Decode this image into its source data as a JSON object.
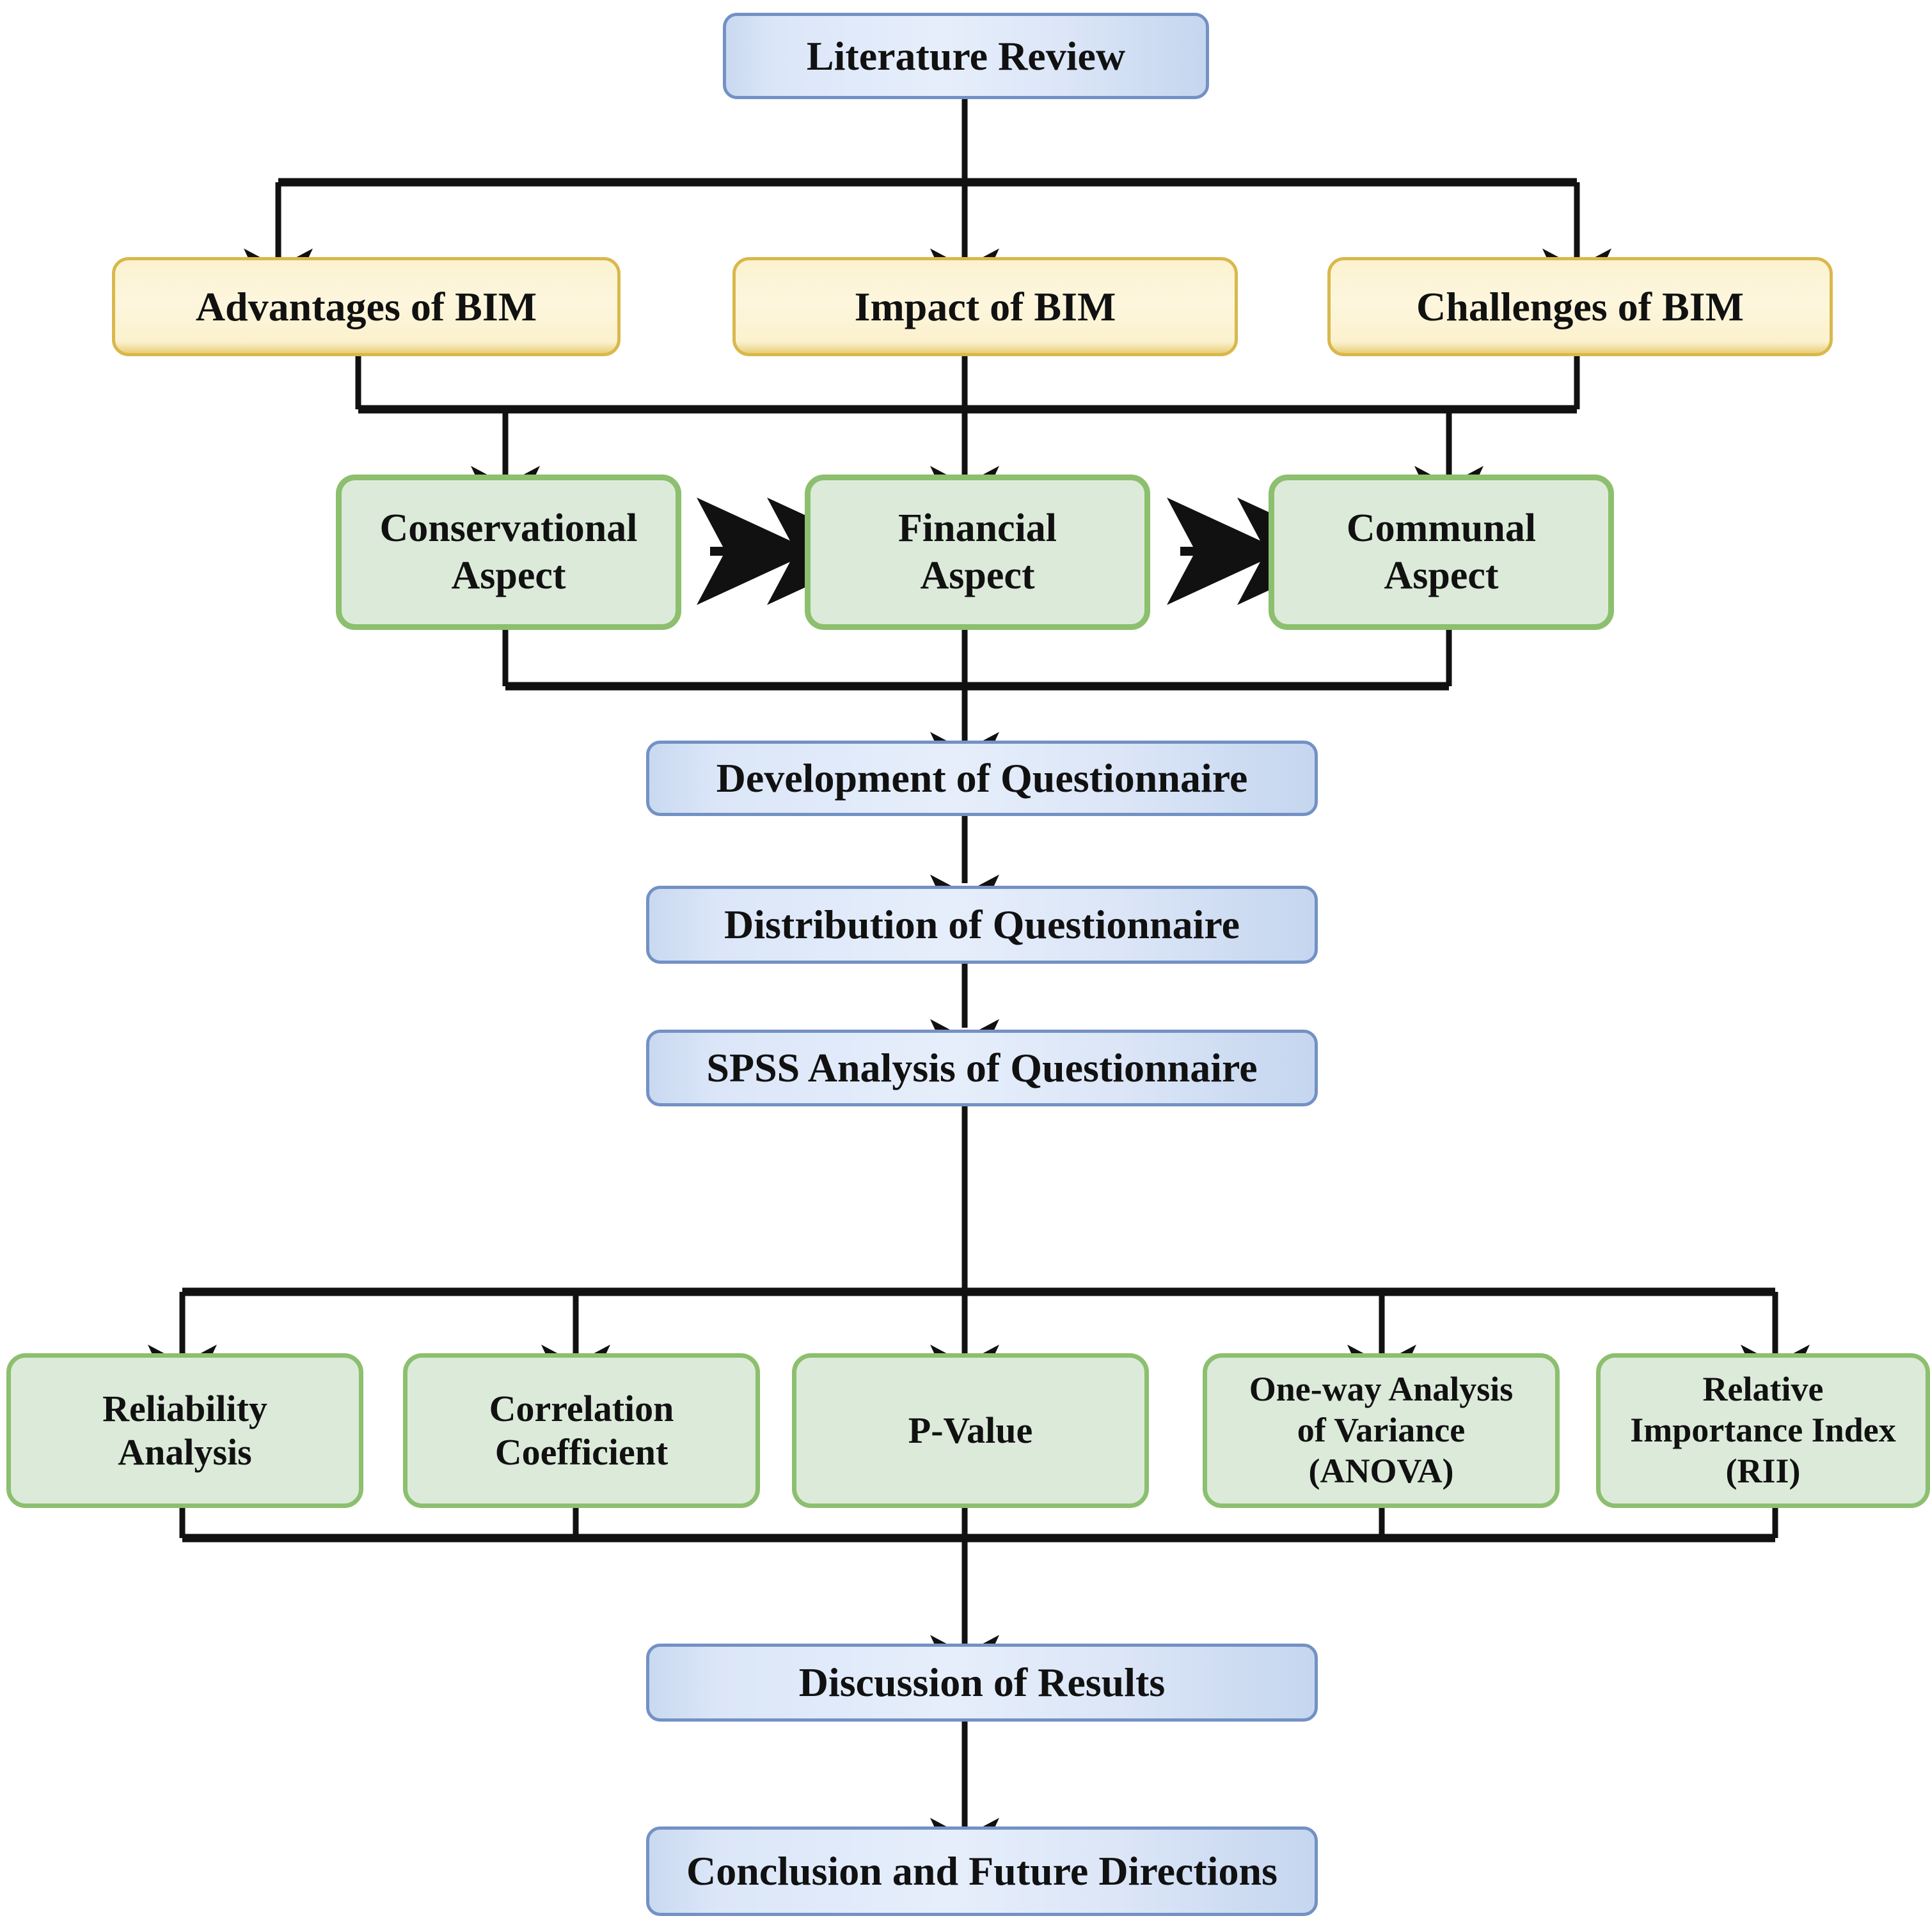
{
  "diagram": {
    "title": "BIM Research Methodology Flowchart",
    "palette": {
      "blue_fill": "#dce6f7",
      "blue_border": "#7391c4",
      "yellow_fill": "#fbf1cd",
      "yellow_border": "#d9b84c",
      "green_fill": "#dceada",
      "green_border": "#8cbf6e",
      "edge_color": "#111111",
      "background": "#ffffff"
    },
    "nodes": [
      {
        "id": "literature_review",
        "label": "Literature Review",
        "type": "blue"
      },
      {
        "id": "advantages_of_bim",
        "label": "Advantages of BIM",
        "type": "yellow"
      },
      {
        "id": "impact_of_bim",
        "label": "Impact of BIM",
        "type": "yellow"
      },
      {
        "id": "challenges_of_bim",
        "label": "Challenges of  BIM",
        "type": "yellow"
      },
      {
        "id": "conservational_aspect",
        "label": "Conservational Aspect",
        "type": "green"
      },
      {
        "id": "financial_aspect",
        "label": "Financial Aspect",
        "type": "green"
      },
      {
        "id": "communal_aspect",
        "label": "Communal Aspect",
        "type": "green"
      },
      {
        "id": "development_of_questionnaire",
        "label": "Development of Questionnaire",
        "type": "blue"
      },
      {
        "id": "distribution_of_questionnaire",
        "label": "Distribution of Questionnaire",
        "type": "blue"
      },
      {
        "id": "spss_analysis",
        "label": "SPSS Analysis of Questionnaire",
        "type": "blue"
      },
      {
        "id": "reliability_analysis",
        "label": "Reliability Analysis",
        "type": "green"
      },
      {
        "id": "correlation_coefficient",
        "label": "Correlation Coefficient",
        "type": "green"
      },
      {
        "id": "p_value",
        "label": "P-Value",
        "type": "green"
      },
      {
        "id": "anova",
        "label": "One-way Analysis of Variance (ANOVA)",
        "type": "green"
      },
      {
        "id": "rii",
        "label": "Relative Importance Index (RII)",
        "type": "green"
      },
      {
        "id": "discussion_of_results",
        "label": "Discussion of Results",
        "type": "blue"
      },
      {
        "id": "conclusion",
        "label": "Conclusion and Future Directions",
        "type": "blue"
      }
    ],
    "node_lines": {
      "conservational_aspect": [
        "Conservational",
        "Aspect"
      ],
      "financial_aspect": [
        "Financial",
        "Aspect"
      ],
      "communal_aspect": [
        "Communal",
        "Aspect"
      ],
      "reliability_analysis": [
        "Reliability",
        "Analysis"
      ],
      "correlation_coefficient": [
        "Correlation",
        "Coefficient"
      ],
      "p_value": [
        "P-Value"
      ],
      "anova": [
        "One-way Analysis",
        "of Variance",
        "(ANOVA)"
      ],
      "rii": [
        "Relative",
        "Importance Index",
        "(RII)"
      ]
    },
    "edges": [
      {
        "from": "literature_review",
        "to": "advantages_of_bim",
        "style": "bus-down"
      },
      {
        "from": "literature_review",
        "to": "impact_of_bim",
        "style": "straight"
      },
      {
        "from": "literature_review",
        "to": "challenges_of_bim",
        "style": "bus-down"
      },
      {
        "from": "advantages_of_bim",
        "to": "conservational_aspect",
        "style": "bus-down"
      },
      {
        "from": "impact_of_bim",
        "to": "financial_aspect",
        "style": "straight"
      },
      {
        "from": "challenges_of_bim",
        "to": "communal_aspect",
        "style": "bus-down"
      },
      {
        "from": "conservational_aspect",
        "to": "financial_aspect",
        "style": "double-arrow-horizontal"
      },
      {
        "from": "financial_aspect",
        "to": "communal_aspect",
        "style": "double-arrow-horizontal"
      },
      {
        "from": "conservational_aspect",
        "to": "development_of_questionnaire",
        "style": "bus-merge"
      },
      {
        "from": "financial_aspect",
        "to": "development_of_questionnaire",
        "style": "straight"
      },
      {
        "from": "communal_aspect",
        "to": "development_of_questionnaire",
        "style": "bus-merge"
      },
      {
        "from": "development_of_questionnaire",
        "to": "distribution_of_questionnaire",
        "style": "straight"
      },
      {
        "from": "distribution_of_questionnaire",
        "to": "spss_analysis",
        "style": "straight"
      },
      {
        "from": "spss_analysis",
        "to": "reliability_analysis",
        "style": "bus-down"
      },
      {
        "from": "spss_analysis",
        "to": "correlation_coefficient",
        "style": "bus-down"
      },
      {
        "from": "spss_analysis",
        "to": "p_value",
        "style": "straight"
      },
      {
        "from": "spss_analysis",
        "to": "anova",
        "style": "bus-down"
      },
      {
        "from": "spss_analysis",
        "to": "rii",
        "style": "bus-down"
      },
      {
        "from": "reliability_analysis",
        "to": "discussion_of_results",
        "style": "bus-merge"
      },
      {
        "from": "correlation_coefficient",
        "to": "discussion_of_results",
        "style": "bus-merge"
      },
      {
        "from": "p_value",
        "to": "discussion_of_results",
        "style": "straight"
      },
      {
        "from": "anova",
        "to": "discussion_of_results",
        "style": "bus-merge"
      },
      {
        "from": "rii",
        "to": "discussion_of_results",
        "style": "bus-merge"
      },
      {
        "from": "discussion_of_results",
        "to": "conclusion",
        "style": "straight"
      }
    ]
  }
}
